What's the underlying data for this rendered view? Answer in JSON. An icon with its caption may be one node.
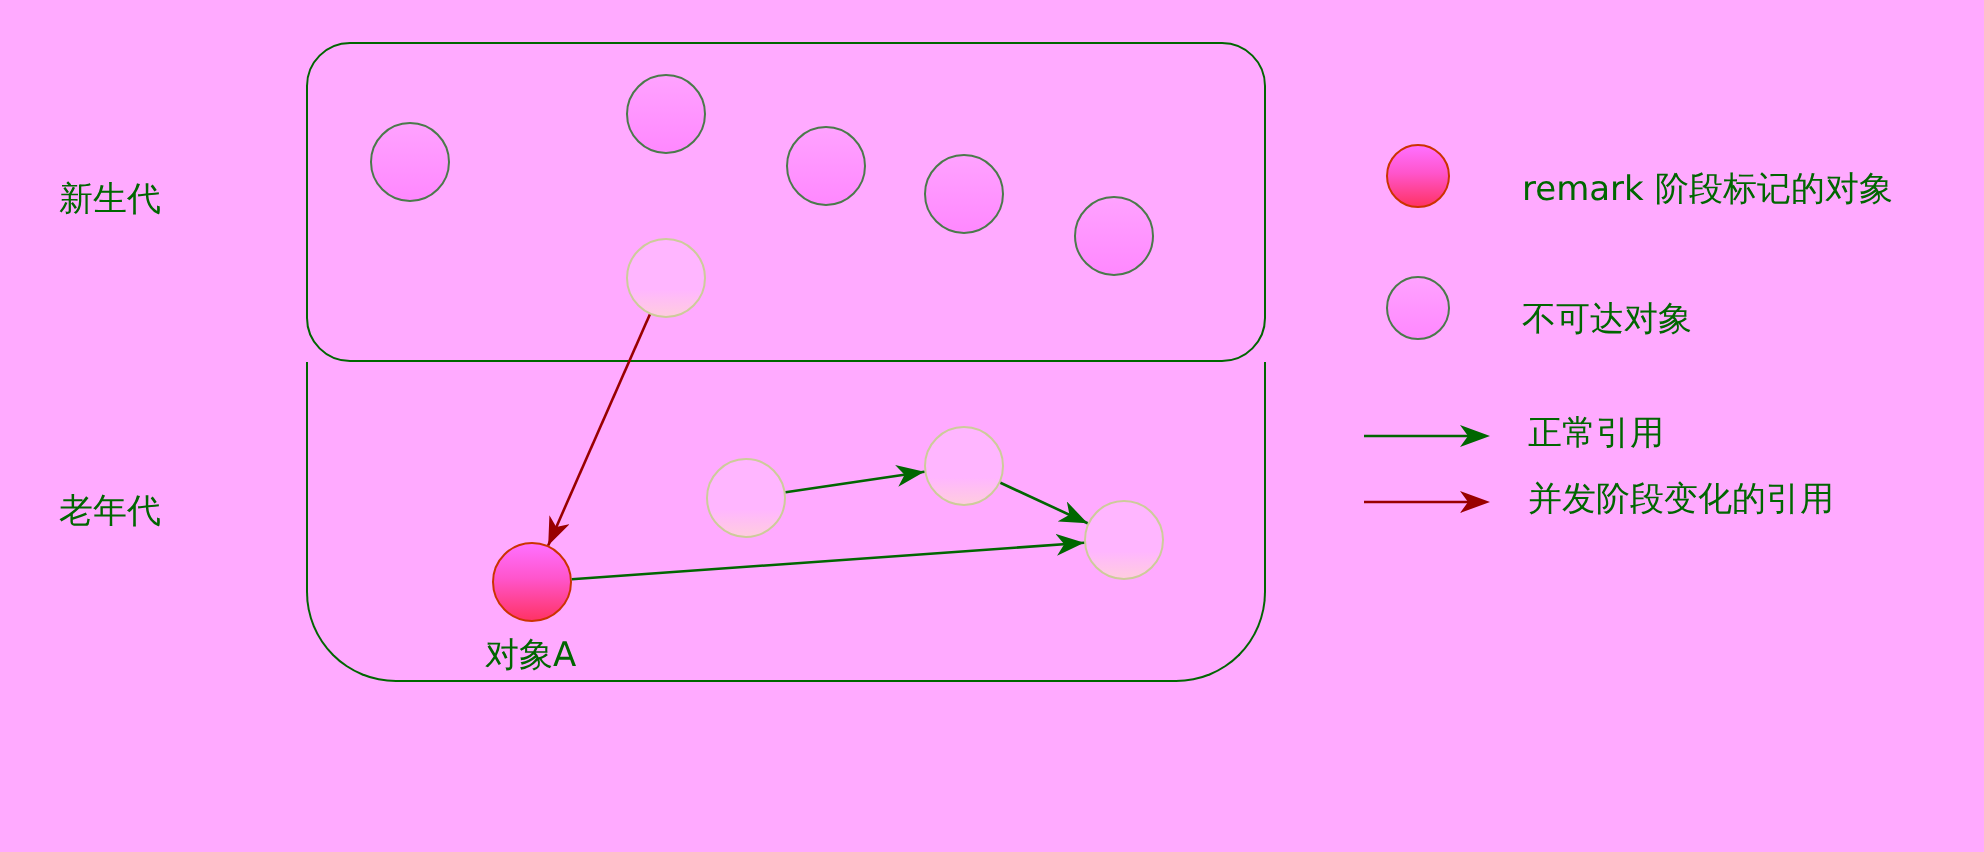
{
  "diagram": {
    "nodes": [
      {
        "text": [
          "新生代"
        ]
      },
      {
        "text": [],
        "shape": "circle",
        "in": 0
      },
      {
        "text": [],
        "shape": "circle",
        "in": 0
      },
      {
        "text": [],
        "shape": "circle",
        "in": 0
      },
      {
        "text": [],
        "shape": "circle",
        "in": 0
      },
      {
        "text": [],
        "shape": "circle",
        "in": 0
      },
      {
        "text": [],
        "shape": "circle",
        "in": 0
      },
      {
        "text": [
          "老年代"
        ]
      },
      {
        "text": [],
        "shape": "circle",
        "in": 7
      },
      {
        "text": [],
        "shape": "circle",
        "in": 7
      },
      {
        "text": [],
        "shape": "circle",
        "in": 7
      },
      {
        "text": [
          "对象A"
        ],
        "in": 7
      }
    ],
    "edges": [
      {
        "from": 6,
        "to": 11,
        "arrow": "to",
        "color": "#990000"
      },
      {
        "from": 8,
        "to": 9,
        "arrow": "to"
      },
      {
        "from": 9,
        "to": 10,
        "arrow": "to"
      },
      {
        "from": 11,
        "to": 10,
        "arrow": "to"
      }
    ],
    "legend": [
      {
        "text": "remark 阶段标记的对象"
      },
      {
        "text": "不可达对象"
      },
      {
        "text": "正常引用"
      },
      {
        "text": "并发阶段变化的引用"
      }
    ]
  }
}
